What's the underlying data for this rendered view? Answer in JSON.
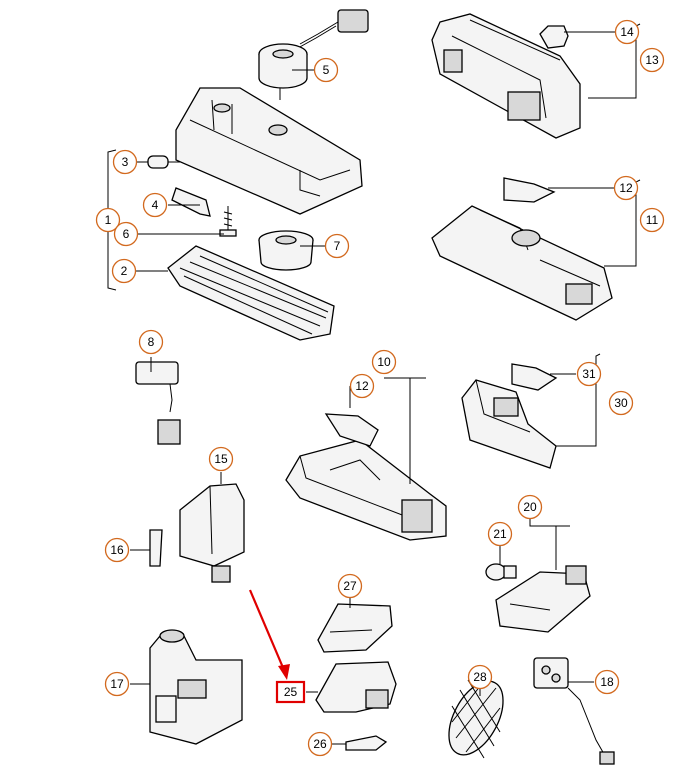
{
  "diagram": {
    "callouts": [
      {
        "id": "c1",
        "label": "1"
      },
      {
        "id": "c2",
        "label": "2"
      },
      {
        "id": "c3",
        "label": "3"
      },
      {
        "id": "c4",
        "label": "4"
      },
      {
        "id": "c5",
        "label": "5"
      },
      {
        "id": "c6",
        "label": "6"
      },
      {
        "id": "c7",
        "label": "7"
      },
      {
        "id": "c8",
        "label": "8"
      },
      {
        "id": "c10",
        "label": "10"
      },
      {
        "id": "c11",
        "label": "11"
      },
      {
        "id": "c12a",
        "label": "12"
      },
      {
        "id": "c12b",
        "label": "12"
      },
      {
        "id": "c13",
        "label": "13"
      },
      {
        "id": "c14",
        "label": "14"
      },
      {
        "id": "c15",
        "label": "15"
      },
      {
        "id": "c16",
        "label": "16"
      },
      {
        "id": "c17",
        "label": "17"
      },
      {
        "id": "c18",
        "label": "18"
      },
      {
        "id": "c20",
        "label": "20"
      },
      {
        "id": "c21",
        "label": "21"
      },
      {
        "id": "c26",
        "label": "26"
      },
      {
        "id": "c27",
        "label": "27"
      },
      {
        "id": "c28",
        "label": "28"
      },
      {
        "id": "c30",
        "label": "30"
      },
      {
        "id": "c31",
        "label": "31"
      }
    ],
    "highlighted": {
      "label": "25",
      "color": "#e00000"
    },
    "colors": {
      "callout_ring": "#d2691e",
      "highlight": "#e00000"
    }
  }
}
